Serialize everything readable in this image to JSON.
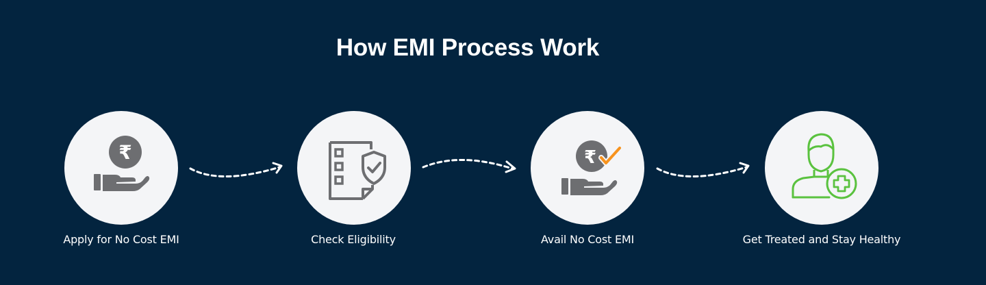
{
  "page": {
    "title": "How EMI Process Work"
  },
  "colors": {
    "background": "#03243f",
    "circle": "#f4f5f7",
    "icon_gray": "#6d6e71",
    "check_orange": "#f7931e",
    "accent_green": "#5ac23f",
    "connector": "#ffffff"
  },
  "steps": [
    {
      "label": "Apply for No Cost EMI",
      "icon": "rupee-hand-icon"
    },
    {
      "label": "Check Eligibility",
      "icon": "checklist-shield-icon"
    },
    {
      "label": "Avail No Cost EMI",
      "icon": "rupee-check-hand-icon"
    },
    {
      "label": "Get Treated and Stay Healthy",
      "icon": "patient-plus-icon"
    }
  ]
}
